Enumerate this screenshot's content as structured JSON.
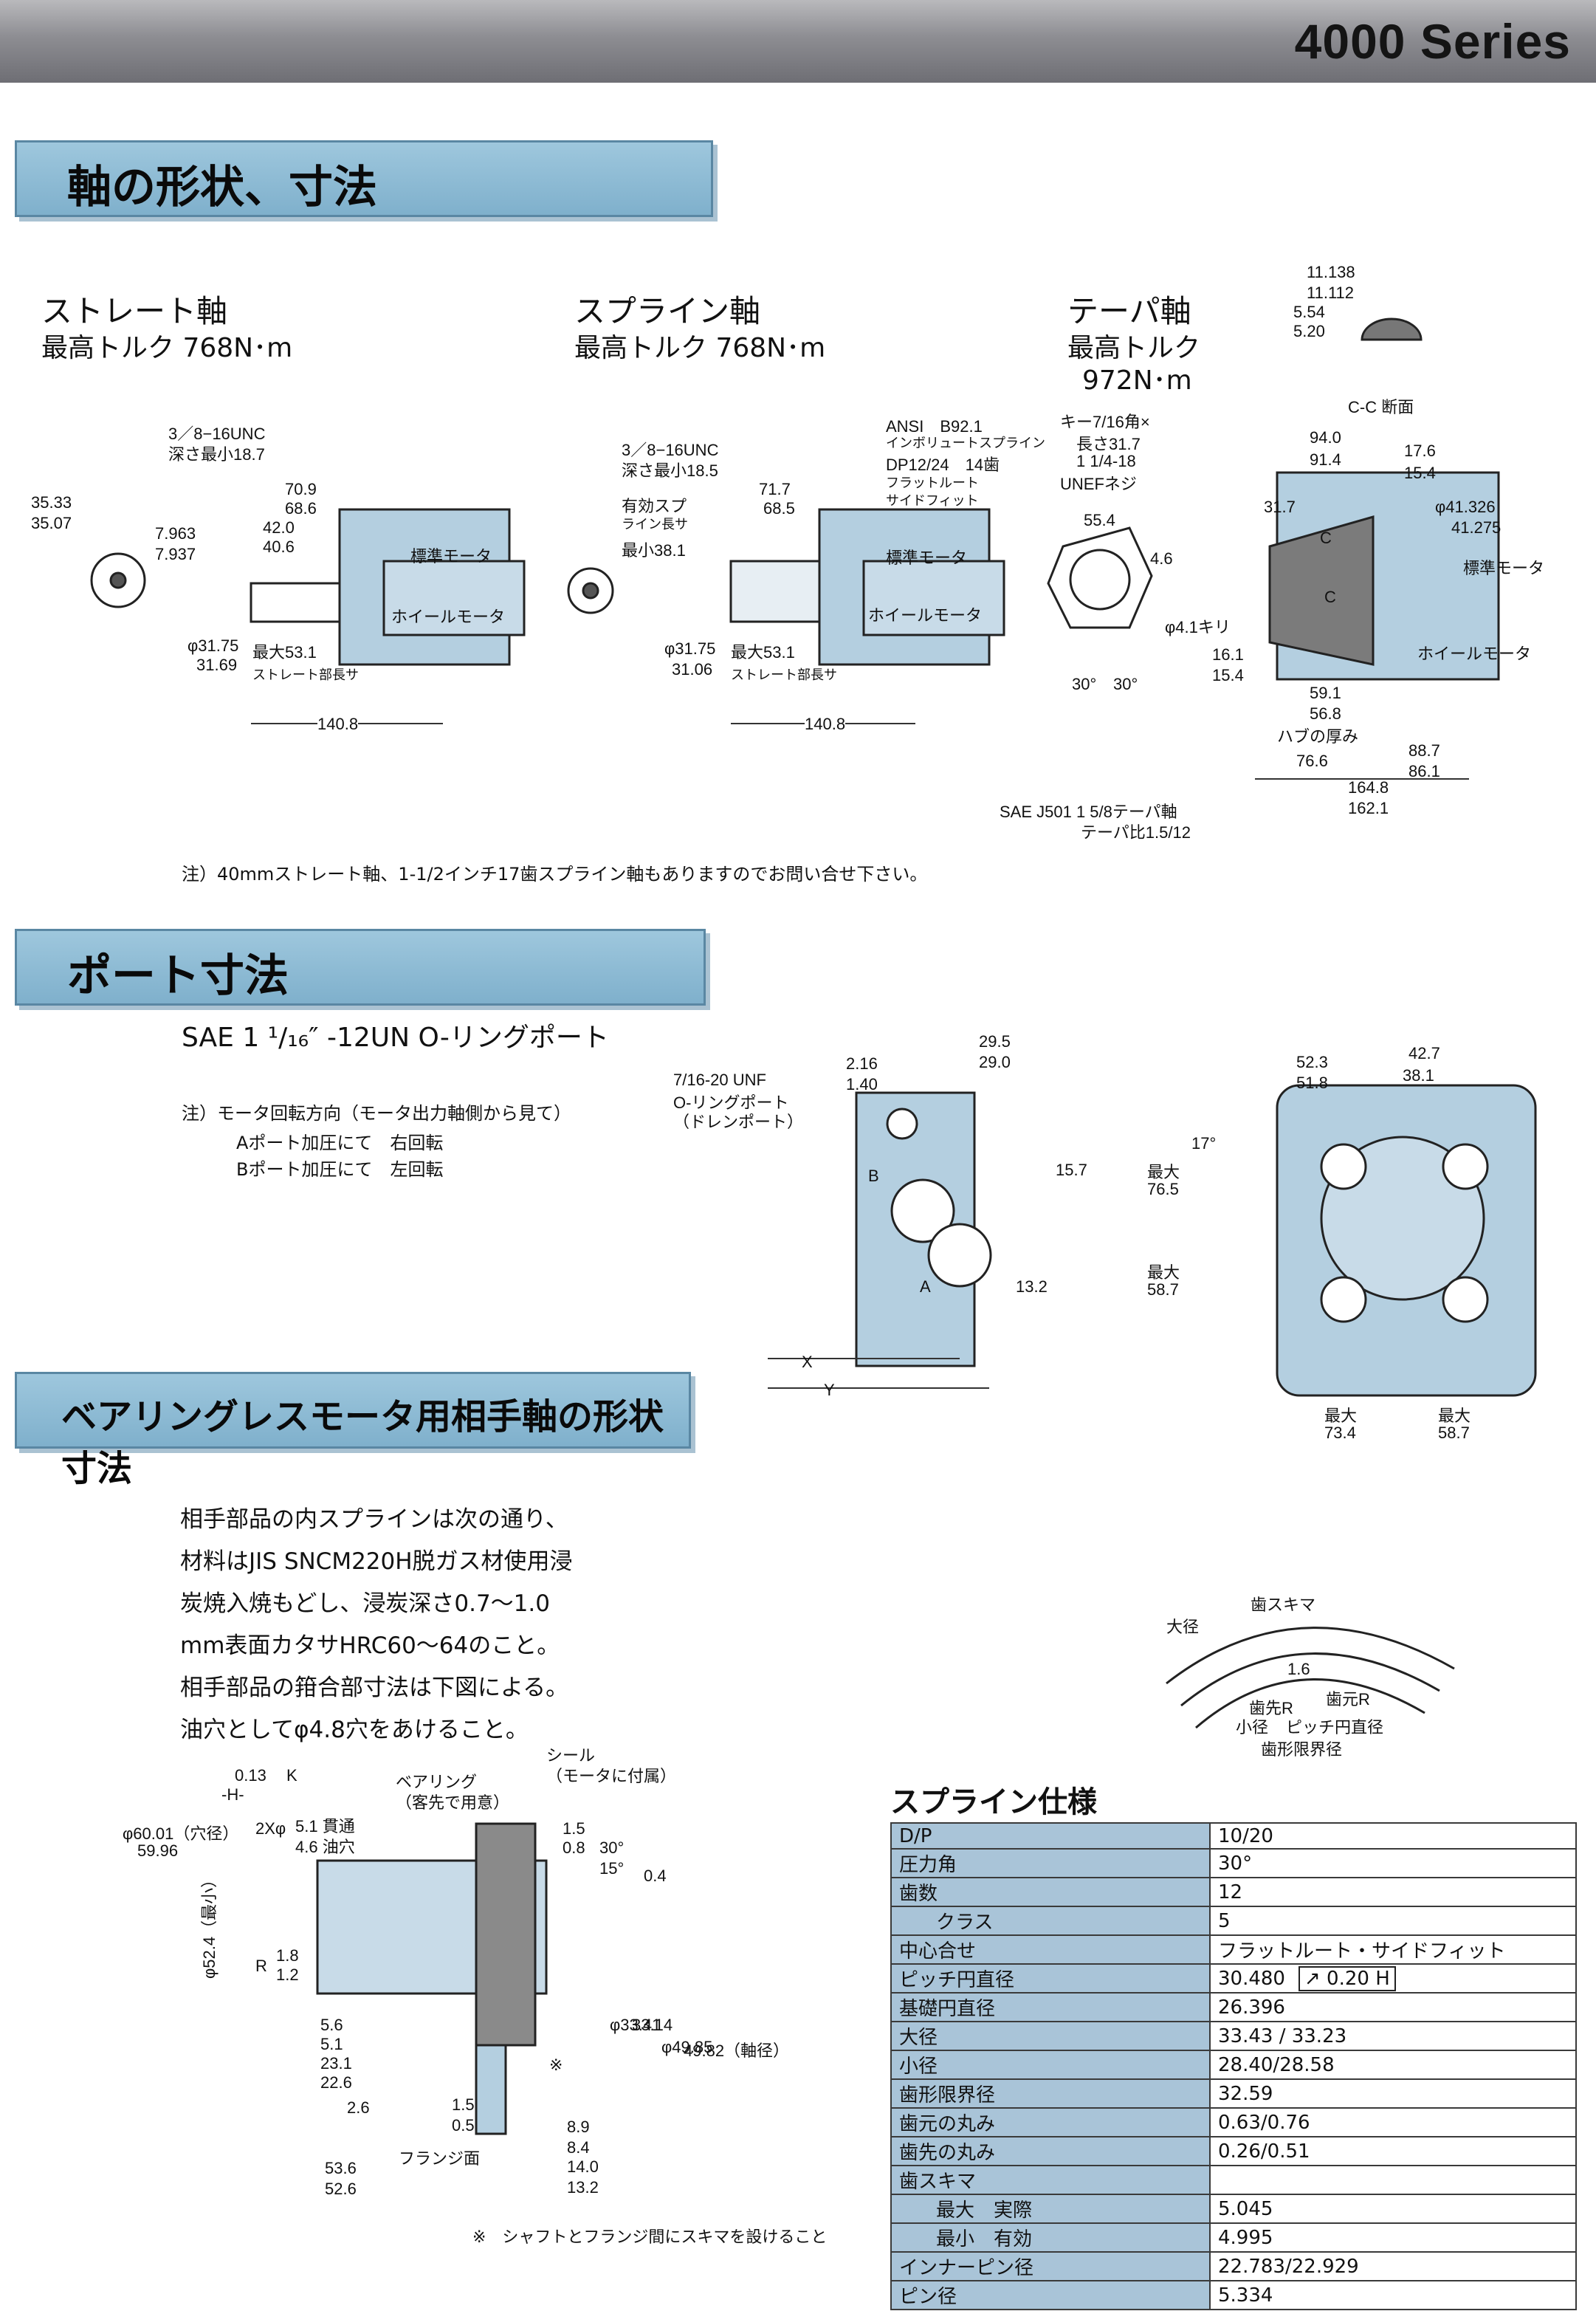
{
  "header": {
    "series": "4000 Series"
  },
  "sections": {
    "shaft": "軸の形状、寸法",
    "port": "ポート寸法",
    "bearingless": "ベアリングレスモータ用相手軸の形状寸法"
  },
  "shafts": {
    "straight": {
      "name": "ストレート軸",
      "torque": "最高トルク 768N･m",
      "dims": [
        "3／8−16UNC",
        "深さ最小18.7",
        "35.33",
        "35.07",
        "7.963",
        "7.937",
        "70.9",
        "68.6",
        "42.0",
        "40.6",
        "φ31.75",
        "31.69",
        "最大53.1",
        "ストレート部長サ",
        "140.8"
      ],
      "motor_std": "標準モータ",
      "motor_wheel": "ホイールモータ"
    },
    "spline": {
      "name": "スプライン軸",
      "torque": "最高トルク 768N･m",
      "dims": [
        "3／8−16UNC",
        "深さ最小18.5",
        "ANSI　B92.1",
        "インボリュートスプライン",
        "DP12/24　14歯",
        "フラットルート",
        "サイドフィット",
        "71.7",
        "68.5",
        "有効スプ",
        "ライン長サ",
        "最小38.1",
        "φ31.75",
        "31.06",
        "最大53.1",
        "ストレート部長サ",
        "140.8"
      ],
      "motor_std": "標準モータ",
      "motor_wheel": "ホイールモータ"
    },
    "taper": {
      "name": "テーパ軸",
      "torque": "最高トルク",
      "torque_val": "972N･m",
      "dims": [
        "キー7/16角×",
        "長さ31.7",
        "1 1/4-18",
        "UNEFネジ",
        "55.4",
        "4.6",
        "φ4.1キリ",
        "30°",
        "30°",
        "94.0",
        "91.4",
        "17.6",
        "15.4",
        "31.7",
        "φ41.326",
        "41.275",
        "16.1",
        "15.4",
        "59.1",
        "56.8",
        "ハブの厚み",
        "76.6",
        "88.7",
        "86.1",
        "164.8",
        "162.1",
        "SAE J501 1 5/8テーパ軸",
        "テーパ比1.5/12"
      ],
      "cc_dims": [
        "11.138",
        "11.112",
        "5.54",
        "5.20"
      ],
      "cc_label": "C-C 断面",
      "c_mark": "C",
      "motor_std": "標準モータ",
      "motor_wheel": "ホイールモータ"
    }
  },
  "shaft_note": "注）40mmストレート軸、1-1/2インチ17歯スプライン軸もありますのでお問い合せ下さい。",
  "port": {
    "title": "SAE 1 ¹/₁₆″ -12UN O-リングポート",
    "note_lines": [
      "注）モータ回転方向（モータ出力軸側から見て）",
      "Aポート加圧にて　右回転",
      "Bポート加圧にて　左回転"
    ],
    "drain": [
      "7/16-20 UNF",
      "O-リングポート",
      "（ドレンポート）"
    ],
    "dims": [
      "2.16",
      "1.40",
      "29.5",
      "29.0",
      "15.7",
      "13.2",
      "X",
      "Y",
      "B",
      "A"
    ],
    "face_dims": [
      "52.3",
      "51.8",
      "42.7",
      "38.1",
      "17°",
      "最大",
      "76.5",
      "最大",
      "58.7",
      "最大",
      "73.4",
      "最大",
      "58.7"
    ]
  },
  "bearingless": {
    "text": [
      "相手部品の内スプラインは次の通り、",
      "材料はJIS SNCM220H脱ガス材使用浸",
      "炭焼入焼もどし、浸炭深さ0.7〜1.0",
      "mm表面カタサHRC60〜64のこと。",
      "相手部品の箝合部寸法は下図による。",
      "油穴としてφ4.8穴をあけること。"
    ],
    "dims": [
      "φ60.01（穴径）",
      "59.96",
      "2Xφ",
      "5.1 貫通",
      "4.6 油穴",
      "ベアリング",
      "（客先で用意）",
      "シール",
      "（モータに付属）",
      "1.5",
      "0.8",
      "30°",
      "15°",
      "0.4",
      "φ52.4（最小）",
      "R",
      "1.8",
      "1.2",
      "5.6",
      "5.1",
      "23.1",
      "22.6",
      "2.6",
      "1.5",
      "0.5",
      "φ33.41",
      "33.14",
      "φ49.85",
      "49.82（軸径）",
      "8.9",
      "8.4",
      "14.0",
      "13.2",
      "53.6",
      "52.6",
      "フランジ面",
      "※",
      "0.13",
      "K",
      "-H-"
    ],
    "footnote": "※　シャフトとフランジ間にスキマを設けること",
    "tooth_labels": [
      "歯スキマ",
      "大径",
      "1.6",
      "歯先R",
      "歯元R",
      "小径",
      "ピッチ円直径",
      "歯形限界径"
    ]
  },
  "spline_spec": {
    "title": "スプライン仕様",
    "rows": [
      {
        "k": "D/P",
        "v": "10/20"
      },
      {
        "k": "圧力角",
        "v": "30°"
      },
      {
        "k": "歯数",
        "v": "12"
      },
      {
        "k": "クラス",
        "v": "5"
      },
      {
        "k": "中心合せ",
        "v": "フラットルート・サイドフィット"
      },
      {
        "k": "ピッチ円直径",
        "v": "30.480",
        "tol": "0.20",
        "ref": "H"
      },
      {
        "k": "基礎円直径",
        "v": "26.396"
      },
      {
        "k": "大径",
        "v": "33.43 / 33.23"
      },
      {
        "k": "小径",
        "v": "28.40/28.58"
      },
      {
        "k": "歯形限界径",
        "v": "32.59"
      },
      {
        "k": "歯元の丸み",
        "v": "0.63/0.76"
      },
      {
        "k": "歯先の丸み",
        "v": "0.26/0.51"
      },
      {
        "k": "歯スキマ",
        "v": ""
      },
      {
        "k": "最大　実際",
        "v": "5.045"
      },
      {
        "k": "最小　有効",
        "v": "4.995"
      },
      {
        "k": "インナーピン径",
        "v": "22.783/22.929"
      },
      {
        "k": "ピン径",
        "v": "5.334"
      }
    ]
  },
  "colors": {
    "section_fill": "#8fbad3",
    "part_fill": "#b4cfe0",
    "table_key": "#a9c4d8"
  }
}
